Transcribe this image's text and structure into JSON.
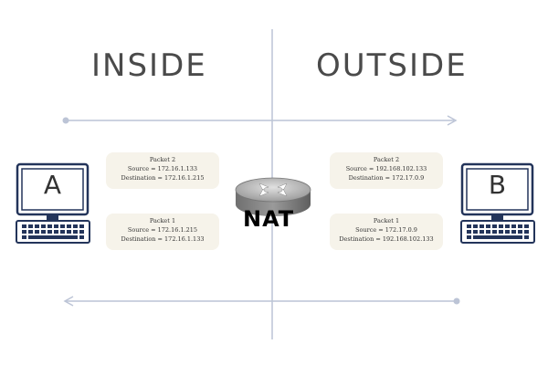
{
  "zones": {
    "inside": "INSIDE",
    "outside": "OUTSIDE"
  },
  "hosts": {
    "left": "A",
    "right": "B"
  },
  "router": {
    "label": "NAT"
  },
  "packets": {
    "inside_packet2": {
      "title": "Packet 2",
      "source": "Source = 172.16.1.133",
      "destination": "Destination = 172.16.1.215"
    },
    "inside_packet1": {
      "title": "Packet 1",
      "source": "Source = 172.16.1.215",
      "destination": "Destination = 172.16.1.133"
    },
    "outside_packet2": {
      "title": "Packet 2",
      "source": "Source = 192.168.102.133",
      "destination": "Destination = 172.17.0.9"
    },
    "outside_packet1": {
      "title": "Packet 1",
      "source": "Source = 172.17.0.9",
      "destination": "Destination = 192.168.102.133"
    }
  },
  "colors": {
    "line": "#bcc4d6",
    "monitor": "#23345a",
    "packet_bg": "#f6f3ea"
  },
  "icons": {
    "router": "router-icon",
    "computer": "computer-icon"
  }
}
